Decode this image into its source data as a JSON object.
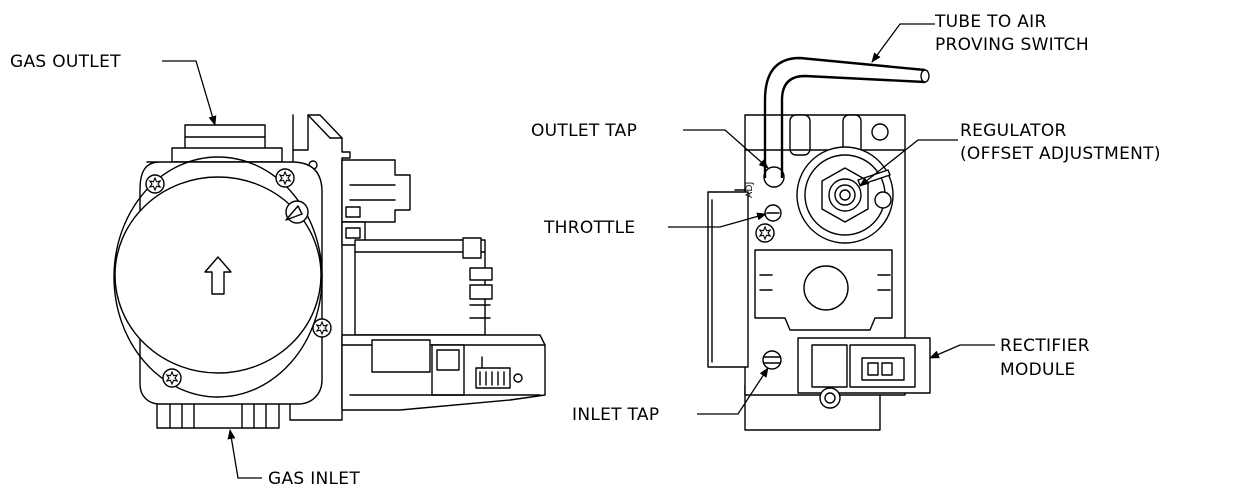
{
  "labels": {
    "gas_outlet": "GAS OUTLET",
    "gas_inlet": "GAS INLET",
    "tube_line1": "TUBE TO AIR",
    "tube_line2": "PROVING SWITCH",
    "outlet_tap": "OUTLET TAP",
    "regulator_line1": "REGULATOR",
    "regulator_line2": "(OFFSET ADJUSTMENT)",
    "throttle": "THROTTLE",
    "rectifier_line1": "RECTIFIER",
    "rectifier_line2": "MODULE",
    "inlet_tap": "INLET TAP"
  },
  "colors": {
    "line": "#000000",
    "background": "#ffffff"
  },
  "icons": {
    "flow_arrow": "up-arrow-icon",
    "fasteners": "torx-screw-icon"
  }
}
